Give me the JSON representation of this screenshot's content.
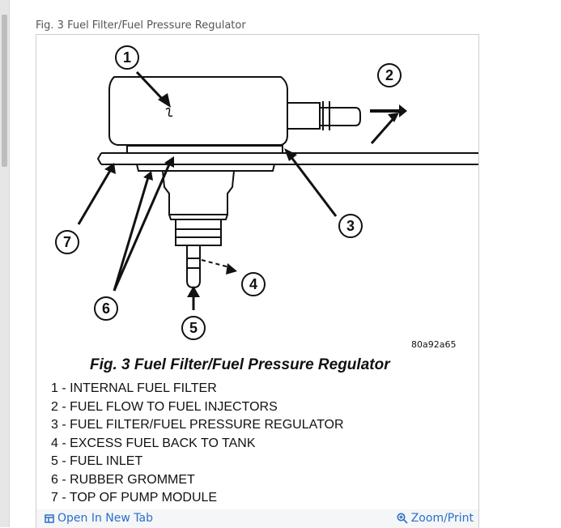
{
  "caption": "Fig. 3 Fuel Filter/Fuel Pressure Regulator",
  "figure": {
    "code": "80a92a65",
    "title": "Fig. 3 Fuel Filter/Fuel Pressure Regulator",
    "callouts": [
      "1",
      "2",
      "3",
      "4",
      "5",
      "6",
      "7"
    ],
    "legend": [
      "1 - INTERNAL FUEL FILTER",
      "2 - FUEL FLOW TO FUEL INJECTORS",
      "3 - FUEL FILTER/FUEL PRESSURE REGULATOR",
      "4 - EXCESS FUEL BACK TO TANK",
      "5 - FUEL INLET",
      "6 - RUBBER GROMMET",
      "7 - TOP OF PUMP MODULE"
    ]
  },
  "footer": {
    "open_new_tab": "Open In New Tab",
    "zoom_print": "Zoom/Print"
  },
  "icons": {
    "open_tab": "open-tab-icon",
    "zoom": "zoom-icon"
  },
  "colors": {
    "link": "#2a6fc9",
    "footer_bg": "#f4f6f8"
  }
}
